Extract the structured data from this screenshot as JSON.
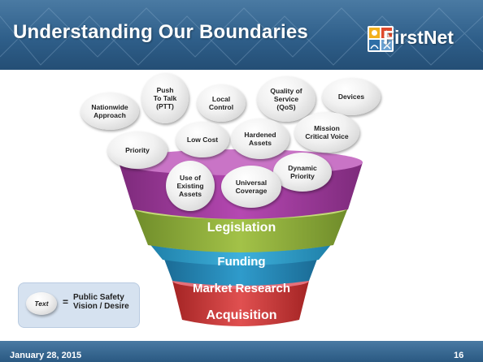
{
  "header": {
    "title": "Understanding Our Boundaries",
    "logo_text": "FirstNet"
  },
  "bubbles": [
    {
      "label": "Nationwide\nApproach"
    },
    {
      "label": "Push\nTo Talk\n(PTT)"
    },
    {
      "label": "Local\nControl"
    },
    {
      "label": "Quality of\nService\n(QoS)"
    },
    {
      "label": "Devices"
    },
    {
      "label": "Priority"
    },
    {
      "label": "Low Cost"
    },
    {
      "label": "Hardened\nAssets"
    },
    {
      "label": "Mission\nCritical Voice"
    },
    {
      "label": "Dynamic\nPriority"
    },
    {
      "label": "Use of\nExisting\nAssets"
    },
    {
      "label": "Universal\nCoverage"
    }
  ],
  "funnel": {
    "layers": [
      {
        "label": "Legislation",
        "color": "#9bbb43"
      },
      {
        "label": "Funding",
        "color": "#3fa9cf"
      },
      {
        "label": "Market Research",
        "color": "#2f96c4"
      },
      {
        "label": "Acquisition",
        "color": "#d43b3b"
      }
    ],
    "top_color": "#a23ba0"
  },
  "legend": {
    "sample": "Text",
    "equals": "=",
    "description": "Public Safety\nVision / Desire"
  },
  "footer": {
    "date": "January 28, 2015",
    "page_number": "16"
  }
}
